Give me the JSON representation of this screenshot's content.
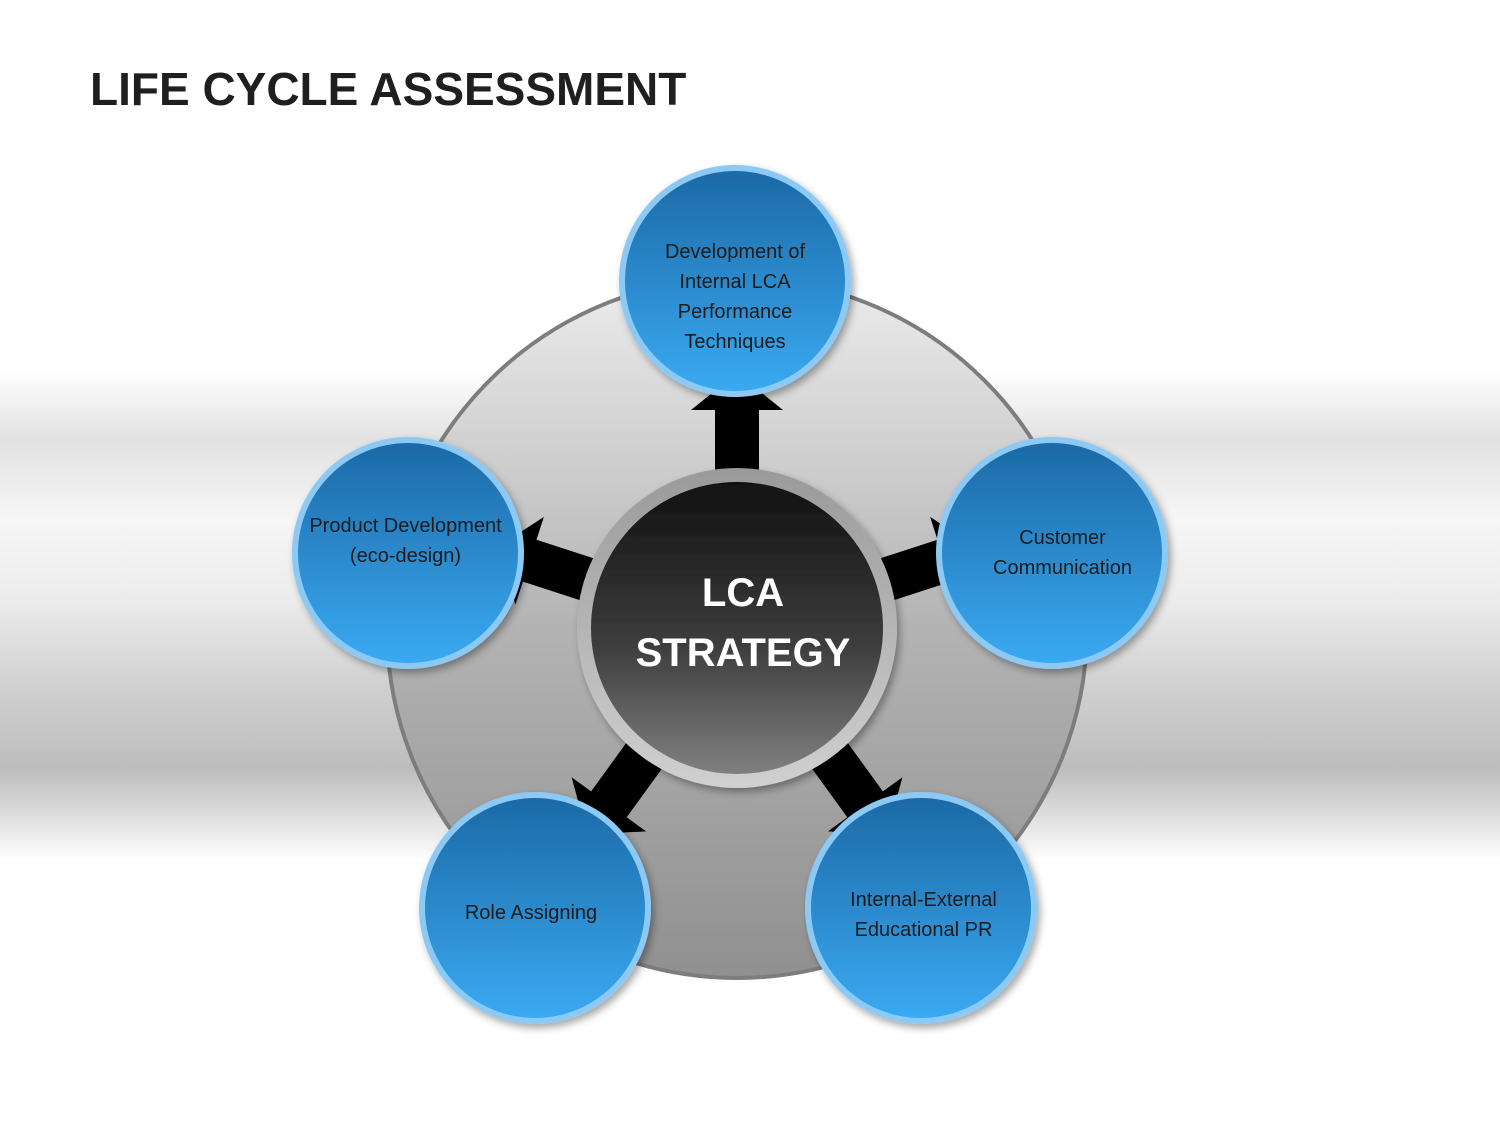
{
  "title": "LIFE CYCLE ASSESSMENT",
  "center": {
    "line1": "LCA",
    "line2": "STRATEGY"
  },
  "nodes": [
    {
      "label": "Development of Internal LCA Performance Techniques"
    },
    {
      "label": "Customer Communication"
    },
    {
      "label": "Internal-External Educational PR"
    },
    {
      "label": "Role Assigning"
    },
    {
      "label": "Product Development (eco-design)"
    }
  ],
  "colors": {
    "node_fill_top": "#1c6aa6",
    "node_fill_bottom": "#3aa9f2",
    "node_ring": "#8ccaf5",
    "center_fill_top": "#111111",
    "center_fill_bottom": "#777777",
    "arrow": "#000000"
  }
}
